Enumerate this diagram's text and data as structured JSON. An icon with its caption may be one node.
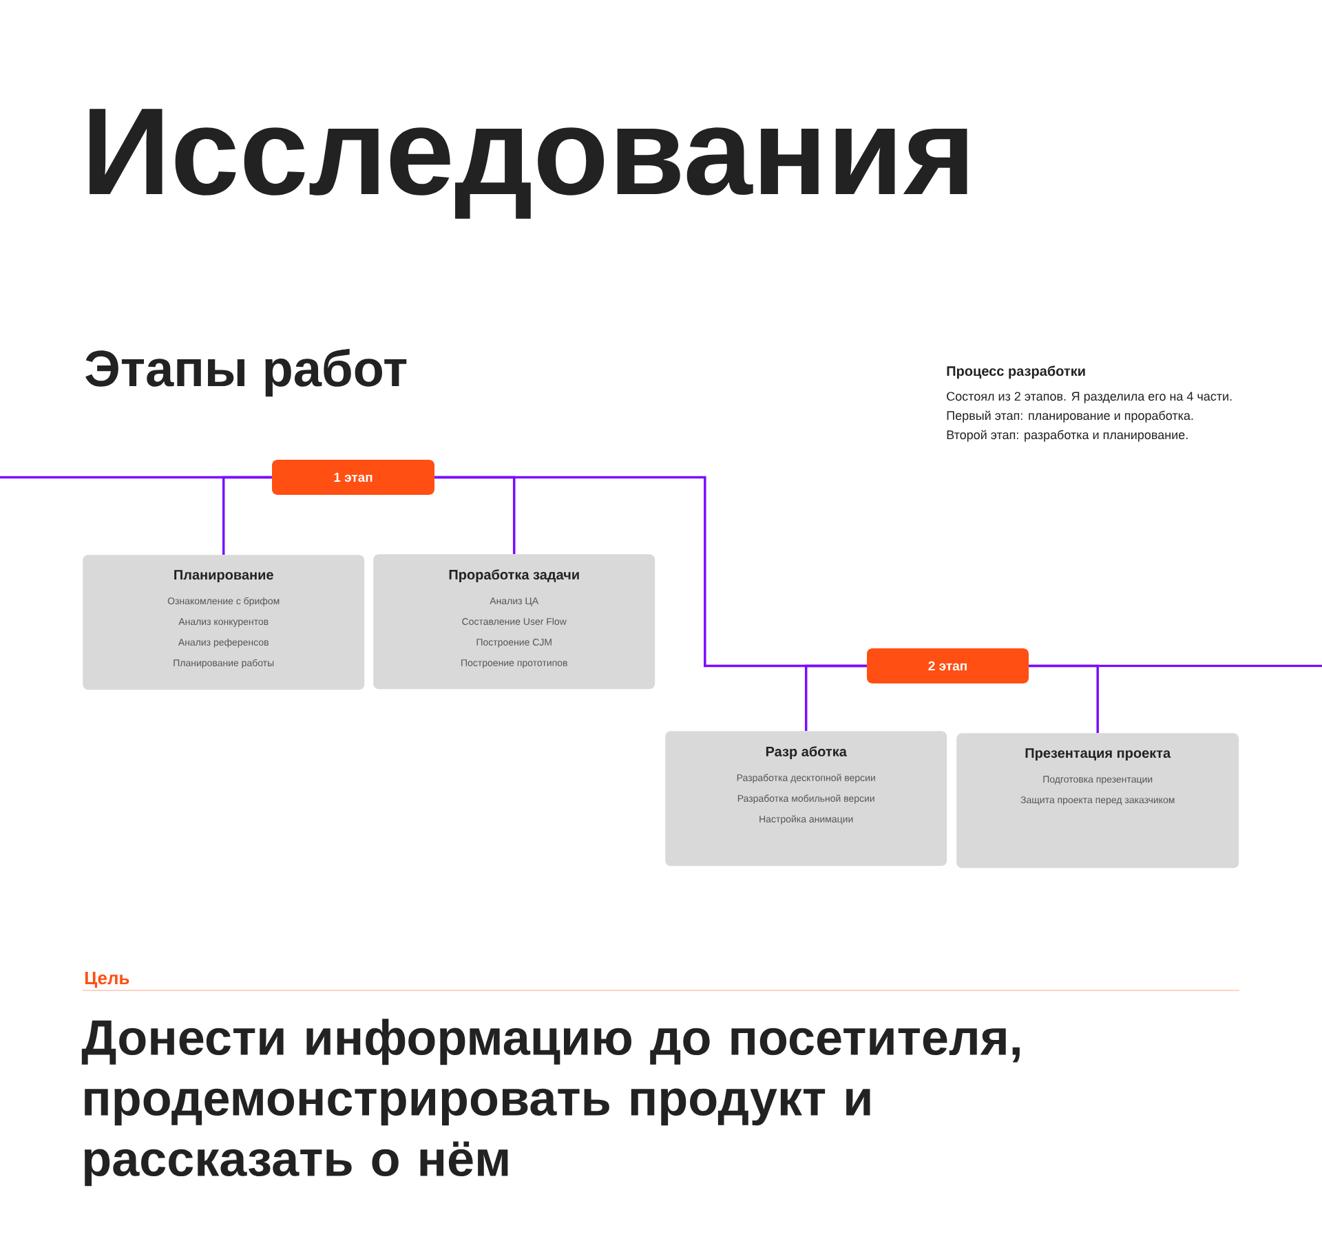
{
  "diagram": {
    "title": "Исследования",
    "nodes": [
      {
        "text": [
          "1 этап"
        ]
      },
      {
        "text": [
          "Планирование",
          "Ознакомление с брифом",
          "Анализ конкурентов",
          "Анализ референсов",
          "Планирование работы"
        ]
      },
      {
        "text": [
          "Проработка задачи",
          "Анализ ЦА",
          "Составление User Flow",
          "Построение CJM",
          "Построение прототипов"
        ]
      },
      {
        "text": [
          "2 этап"
        ]
      },
      {
        "text": [
          "Разр аботка",
          "Разработка десктопной версии",
          "Разработка мобильной версии",
          "Настройка анимации"
        ]
      },
      {
        "text": [
          "Презентация проекта",
          "Подготовка презентации",
          "Защита проекта перед заказчиком"
        ]
      }
    ],
    "edges": [
      {
        "from": null,
        "to": 0,
        "arrow": "none"
      },
      {
        "from": 0,
        "to": 1,
        "arrow": "none"
      },
      {
        "from": 0,
        "to": 2,
        "arrow": "none"
      },
      {
        "from": 0,
        "to": 3,
        "arrow": "none"
      },
      {
        "from": 3,
        "to": 4,
        "arrow": "none"
      },
      {
        "from": 3,
        "to": 5,
        "arrow": "none"
      },
      {
        "from": 3,
        "to": null,
        "arrow": "none"
      }
    ],
    "labels": [
      "Этапы работ",
      "Процесс разработки",
      "Состоял из 2 этапов. Я разделила его на 4 части.",
      "Первый этап: планирование и проработка.",
      "Второй этап: разработка и планирование.",
      "Цель",
      "Донести информацию до посетителя, продемонстрировать продукт и рассказать о нём"
    ]
  }
}
